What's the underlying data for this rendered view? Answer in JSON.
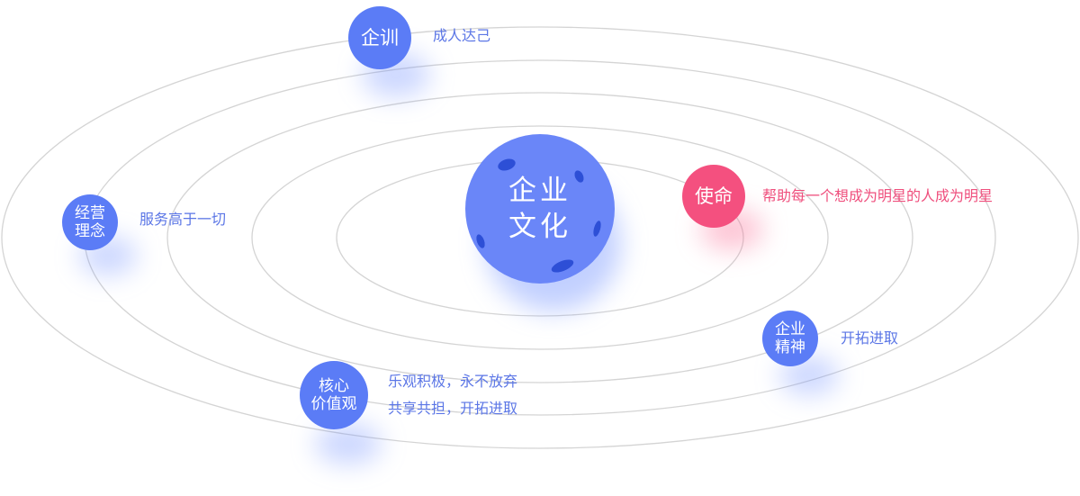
{
  "center": {
    "line1": "企业",
    "line2": "文化"
  },
  "nodes": {
    "training": {
      "title": "企训",
      "desc": "成人达己"
    },
    "philosophy": {
      "title_line1": "经营",
      "title_line2": "理念",
      "desc": "服务高于一切"
    },
    "mission": {
      "title": "使命",
      "desc": "帮助每一个想成为明星的人成为明星"
    },
    "spirit": {
      "title_line1": "企业",
      "title_line2": "精神",
      "desc": "开拓进取"
    },
    "values": {
      "title_line1": "核心",
      "title_line2": "价值观",
      "desc_line1": "乐观积极，永不放弃",
      "desc_line2": "共享共担，开拓进取"
    }
  },
  "colors": {
    "planet_blue": "#5b7cf6",
    "center_blue": "#6a86f8",
    "mission_pink": "#f4507f",
    "label_blue": "#5b76e6",
    "orbit_gray": "#d4d4d4"
  }
}
